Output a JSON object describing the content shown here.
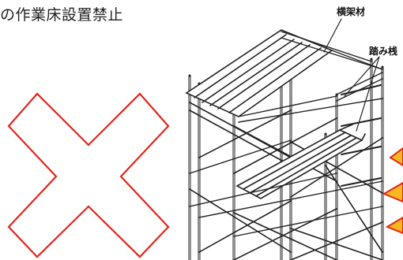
{
  "heading": "の作業床設置禁止",
  "labels": {
    "yokokazai": "横架材",
    "fumisan": "踏み桟"
  },
  "icons": {
    "prohibited_mark": "red-x-icon",
    "warning_marks": "red-burst-icon"
  },
  "colors": {
    "prohibition": "#e2251b",
    "warning_fill": "#f7b81e",
    "warning_stroke": "#e2251b",
    "drawing": "#222222"
  }
}
